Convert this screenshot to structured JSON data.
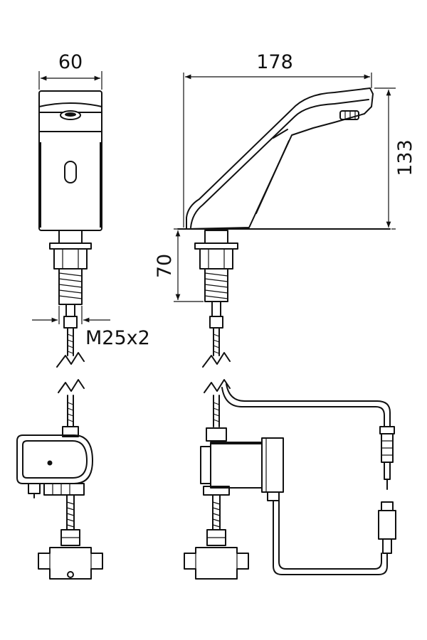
{
  "dimensions": {
    "width": "60",
    "length": "178",
    "height": "133",
    "shank_length": "70",
    "thread": "M25x2"
  },
  "colors": {
    "line": "#111111",
    "background": "#ffffff"
  }
}
